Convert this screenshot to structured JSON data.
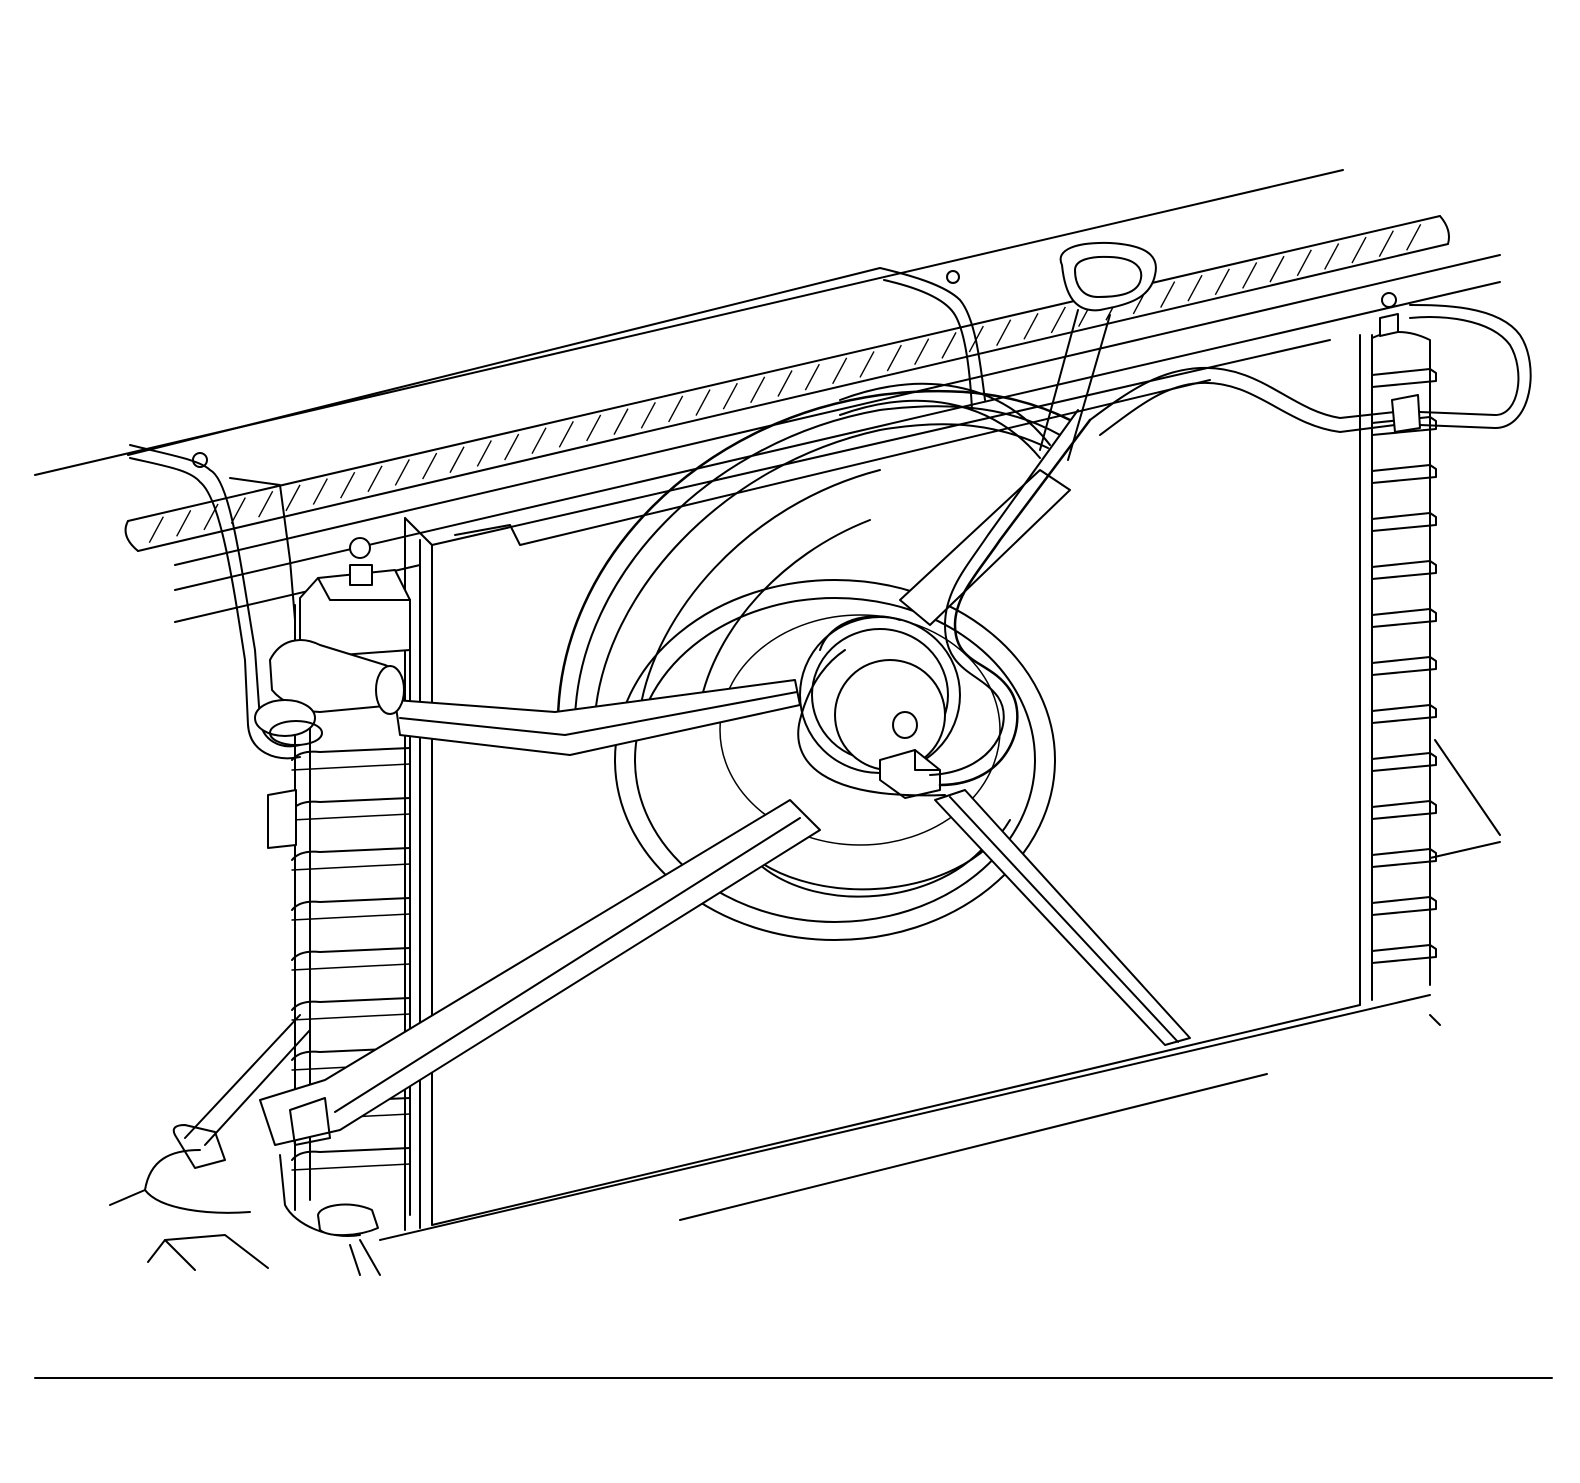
{
  "diagram": {
    "subject": "radiator-cooling-fan-assembly",
    "style": "black-and-white line art",
    "colors": {
      "line": "#000000",
      "background": "#ffffff"
    },
    "parts": [
      "upper-radiator-support",
      "radiator-core",
      "left-radiator-tank",
      "right-radiator-tank",
      "cooling-fan-shroud",
      "fan-blade",
      "fan-motor",
      "electrical-connector",
      "wiring-harness",
      "upper-hose",
      "lower-mount-bracket",
      "fan-support-braces"
    ]
  }
}
